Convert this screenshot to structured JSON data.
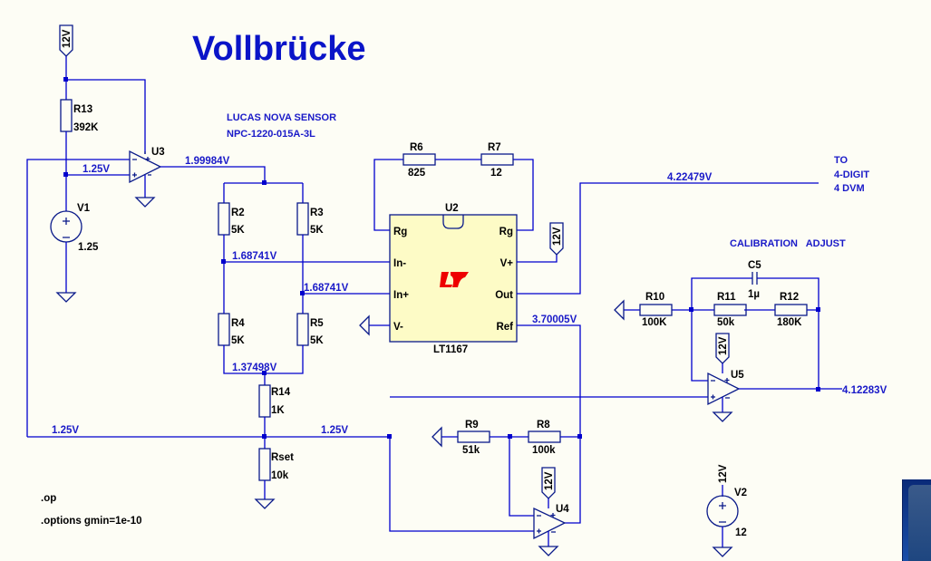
{
  "title": "Vollbrücke",
  "notes": {
    "sensor_line1": "LUCAS NOVA SENSOR",
    "sensor_line2": "NPC-1220-015A-3L",
    "output_line1": "TO",
    "output_line2": "4-DIGIT",
    "output_line3": "4 DVM",
    "calibration": "CALIBRATION   ADJUST"
  },
  "directives": {
    "op": ".op",
    "options": ".options gmin=1e-10"
  },
  "supply_label": "12V",
  "components": {
    "R13": {
      "name": "R13",
      "value": "392K"
    },
    "R2": {
      "name": "R2",
      "value": "5K"
    },
    "R3": {
      "name": "R3",
      "value": "5K"
    },
    "R4": {
      "name": "R4",
      "value": "5K"
    },
    "R5": {
      "name": "R5",
      "value": "5K"
    },
    "R6": {
      "name": "R6",
      "value": "825"
    },
    "R7": {
      "name": "R7",
      "value": "12"
    },
    "R14": {
      "name": "R14",
      "value": "1K"
    },
    "Rset": {
      "name": "Rset",
      "value": "10k"
    },
    "R9": {
      "name": "R9",
      "value": "51k"
    },
    "R8": {
      "name": "R8",
      "value": "100k"
    },
    "R10": {
      "name": "R10",
      "value": "100K"
    },
    "R11": {
      "name": "R11",
      "value": "50k"
    },
    "R12": {
      "name": "R12",
      "value": "180K"
    },
    "C5": {
      "name": "C5",
      "value": "1µ"
    },
    "V1": {
      "name": "V1",
      "value": "1.25"
    },
    "V2": {
      "name": "V2",
      "value": "12"
    },
    "U2": {
      "name": "U2",
      "part": "LT1167"
    },
    "U3": {
      "name": "U3"
    },
    "U4": {
      "name": "U4"
    },
    "U5": {
      "name": "U5"
    }
  },
  "u2_pins": {
    "rg_left": "Rg",
    "rg_right": "Rg",
    "in_minus": "In-",
    "in_plus": "In+",
    "v_minus": "V-",
    "v_plus": "V+",
    "out": "Out",
    "ref": "Ref"
  },
  "net_voltages": {
    "u3_out": "1.99984V",
    "v1_node": "1.25V",
    "bridge_left": "1.68741V",
    "bridge_right": "1.68741V",
    "bridge_bottom": "1.37498V",
    "rset_left": "1.25V",
    "rset_right": "1.25V",
    "u2_out": "4.22479V",
    "u2_ref": "3.70005V",
    "u5_out": "4.12283V"
  },
  "colors": {
    "wire": "#0000cd",
    "net_label": "#1a1ac8",
    "ic_fill": "#fdfbc6",
    "logo": "#ee0000",
    "background": "#fdfdf5"
  }
}
